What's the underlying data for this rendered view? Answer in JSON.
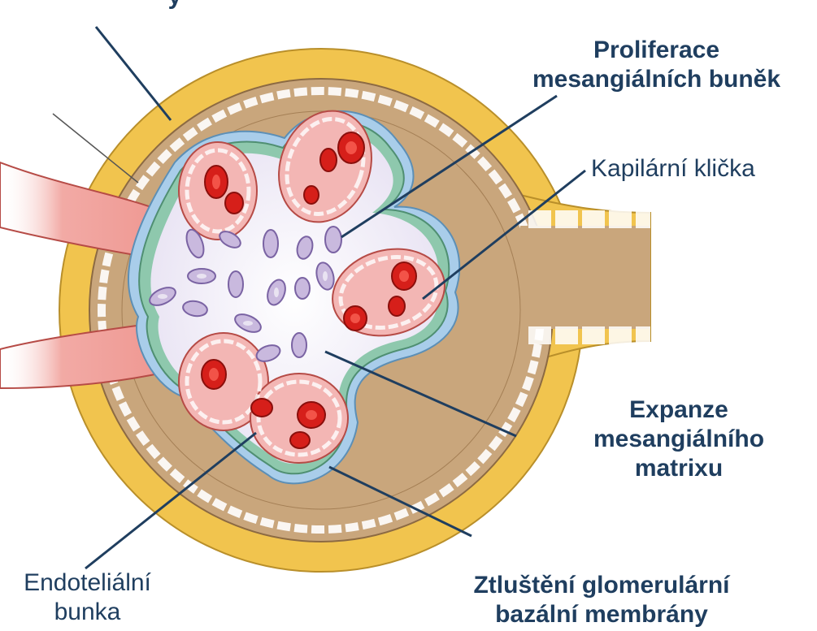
{
  "labels": {
    "podocyte_partial": "y",
    "proliferation": [
      "Proliferace",
      "mesangiálních buněk"
    ],
    "capillary_loop": "Kapilární klička",
    "expansion": [
      "Expanze",
      "mesangiálního",
      "matrixu"
    ],
    "endothelial": [
      "Endoteliální",
      "bunka"
    ],
    "gbm": [
      "Ztluštění glomerulární",
      "bazální membrány"
    ]
  },
  "colors": {
    "label_text": "#1f3e5f",
    "pointer_line": "#1f3e5f",
    "bowman_capsule": "#f1c44e",
    "bowman_space": "#c7a47a",
    "basement_membrane": "#8ec8ad",
    "podocyte": "#a9cdea",
    "capillary_wall": "#f3b6b4",
    "erythrocyte": "#d61f1a",
    "mesangium": "#eeeaf6",
    "mesangial_cell": "#c9b9de",
    "arteriole": "#ef9c97"
  }
}
